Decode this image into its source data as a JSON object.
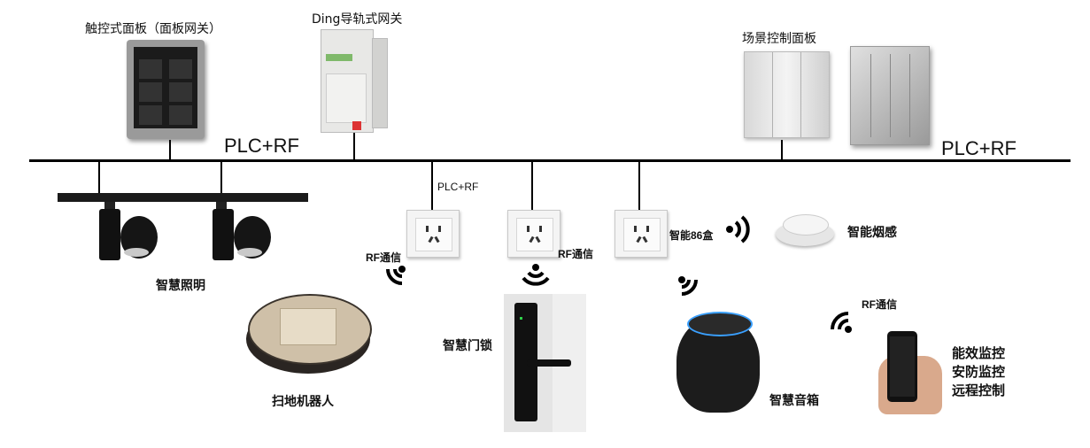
{
  "labels": {
    "touch_panel": "触控式面板（面板网关）",
    "ding_gateway": "Ding导轨式网关",
    "scene_panel": "场景控制面板",
    "plc_rf_left": "PLC+RF",
    "plc_rf_right": "PLC+RF",
    "plc_rf_small": "PLC+RF",
    "smart_lighting": "智慧照明",
    "rf_comm_1": "RF通信",
    "rf_comm_2": "RF通信",
    "rf_comm_3": "RF通信",
    "smart_86_box": "智能86盒",
    "smart_smoke": "智能烟感",
    "sweeping_robot": "扫地机器人",
    "smart_door_lock": "智慧门锁",
    "smart_speaker": "智慧音箱",
    "app_functions": [
      "能效监控",
      "安防监控",
      "远程控制"
    ]
  },
  "colors": {
    "bus_line": "#000000",
    "speaker_ring": "#3aa0ff",
    "lock_green": "#2fd14a"
  }
}
